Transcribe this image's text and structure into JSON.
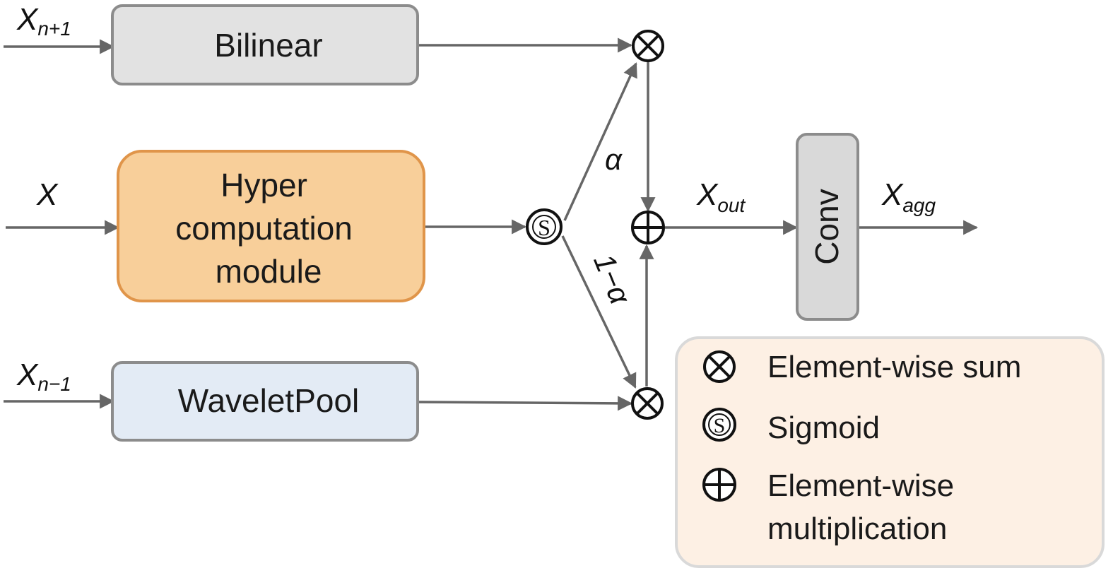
{
  "colors": {
    "bilinear_fill": "#e2e2e2",
    "hyper_fill": "#f8cf9a",
    "hyper_stroke": "#e0954a",
    "wavelet_fill": "#e3ebf5",
    "conv_fill": "#d9d9d9",
    "legend_fill": "#fdf0e4",
    "box_stroke": "#8c8c8c",
    "edge": "#666666"
  },
  "inputs": {
    "top": {
      "base": "X",
      "sub": "n+1"
    },
    "middle": {
      "base": "X",
      "sub": ""
    },
    "bottom": {
      "base": "X",
      "sub": "n−1"
    }
  },
  "boxes": {
    "bilinear": "Bilinear",
    "hyper": [
      "Hyper",
      "computation",
      "module"
    ],
    "wavelet": "WaveletPool",
    "conv": "Conv"
  },
  "edges": {
    "alpha": "α",
    "one_minus_alpha": "1−α"
  },
  "nodes": {
    "sigmoid_icon": "sigmoid-s-icon",
    "multiply_icon": "circled-times-icon",
    "sum_icon": "circled-plus-icon"
  },
  "outputs": {
    "out": {
      "base": "X",
      "sub": "out"
    },
    "agg": {
      "base": "X",
      "sub": "agg"
    }
  },
  "legend": {
    "items": [
      {
        "icon": "circled-times-icon",
        "label": [
          "Element-wise sum"
        ]
      },
      {
        "icon": "sigmoid-s-icon",
        "label": [
          "Sigmoid"
        ]
      },
      {
        "icon": "circled-plus-icon",
        "label": [
          "Element-wise",
          "multiplication"
        ]
      }
    ]
  }
}
